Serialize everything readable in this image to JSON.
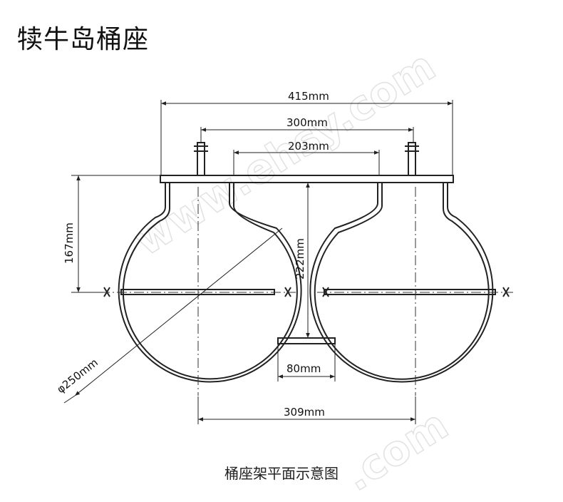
{
  "title": "犊牛岛桶座",
  "caption": "桶座架平面示意图",
  "dimensions": {
    "overall_width": "415mm",
    "mount_spacing": "300mm",
    "inner_gap": "203mm",
    "height_167": "167mm",
    "height_222": "222mm",
    "diameter": "φ250mm",
    "bottom_link": "80mm",
    "center_distance": "309mm"
  },
  "watermark": {
    "top": "www.ehsy.com",
    "bottom": ".com"
  },
  "colors": {
    "line": "#222222",
    "watermark": "#e2e2e2"
  }
}
